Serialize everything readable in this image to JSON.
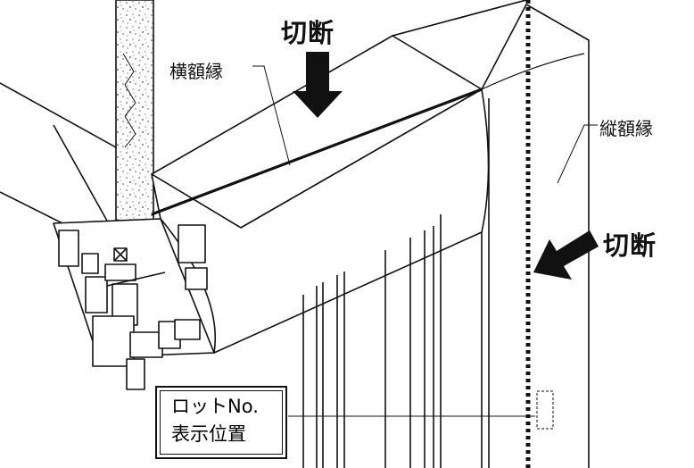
{
  "labels": {
    "cut_top": "切断",
    "cut_right": "切断",
    "head_frame": "横額縁",
    "jamb_frame": "縦額縁",
    "lot_line1": "ロットNo.",
    "lot_line2": "表示位置"
  },
  "colors": {
    "line": "#111111",
    "background": "#ffffff",
    "concrete_dots": "#444444"
  }
}
